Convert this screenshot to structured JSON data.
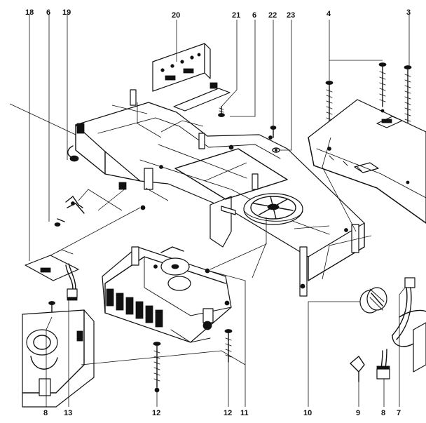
{
  "callouts_top": [
    "18",
    "6",
    "19",
    "20",
    "21",
    "6",
    "22",
    "23",
    "4",
    "3"
  ],
  "callouts_bottom": [
    "8",
    "13",
    "12",
    "12",
    "11",
    "10",
    "9",
    "8",
    "7"
  ]
}
